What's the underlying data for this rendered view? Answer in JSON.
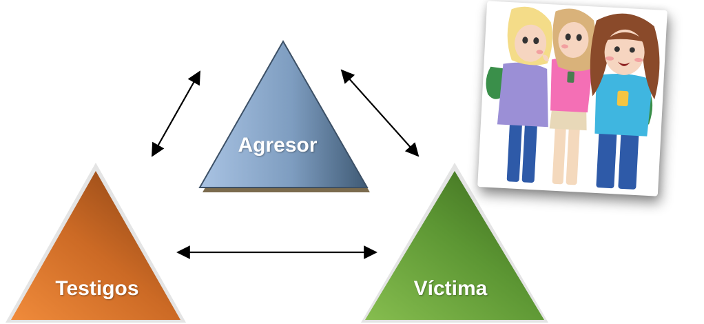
{
  "diagram": {
    "nodes": [
      {
        "id": "agresor",
        "label": "Agresor",
        "color_light": "#a9c3e3",
        "color_dark": "#3f5a75"
      },
      {
        "id": "testigos",
        "label": "Testigos",
        "color_light": "#f08b3b",
        "color_dark": "#8a4315"
      },
      {
        "id": "victima",
        "label": "Víctima",
        "color_light": "#86bd4f",
        "color_dark": "#3c6a1e"
      }
    ],
    "edges": [
      {
        "from": "agresor",
        "to": "testigos",
        "bidirectional": true
      },
      {
        "from": "agresor",
        "to": "victima",
        "bidirectional": true
      },
      {
        "from": "testigos",
        "to": "victima",
        "bidirectional": true
      }
    ]
  },
  "illustration": {
    "description_icon": "three-girls-gossiping-illustration",
    "shirt_colors": [
      "#9b8fd6",
      "#f46fb5",
      "#3fb6e0"
    ],
    "bag_color": "#3a8f4a"
  }
}
